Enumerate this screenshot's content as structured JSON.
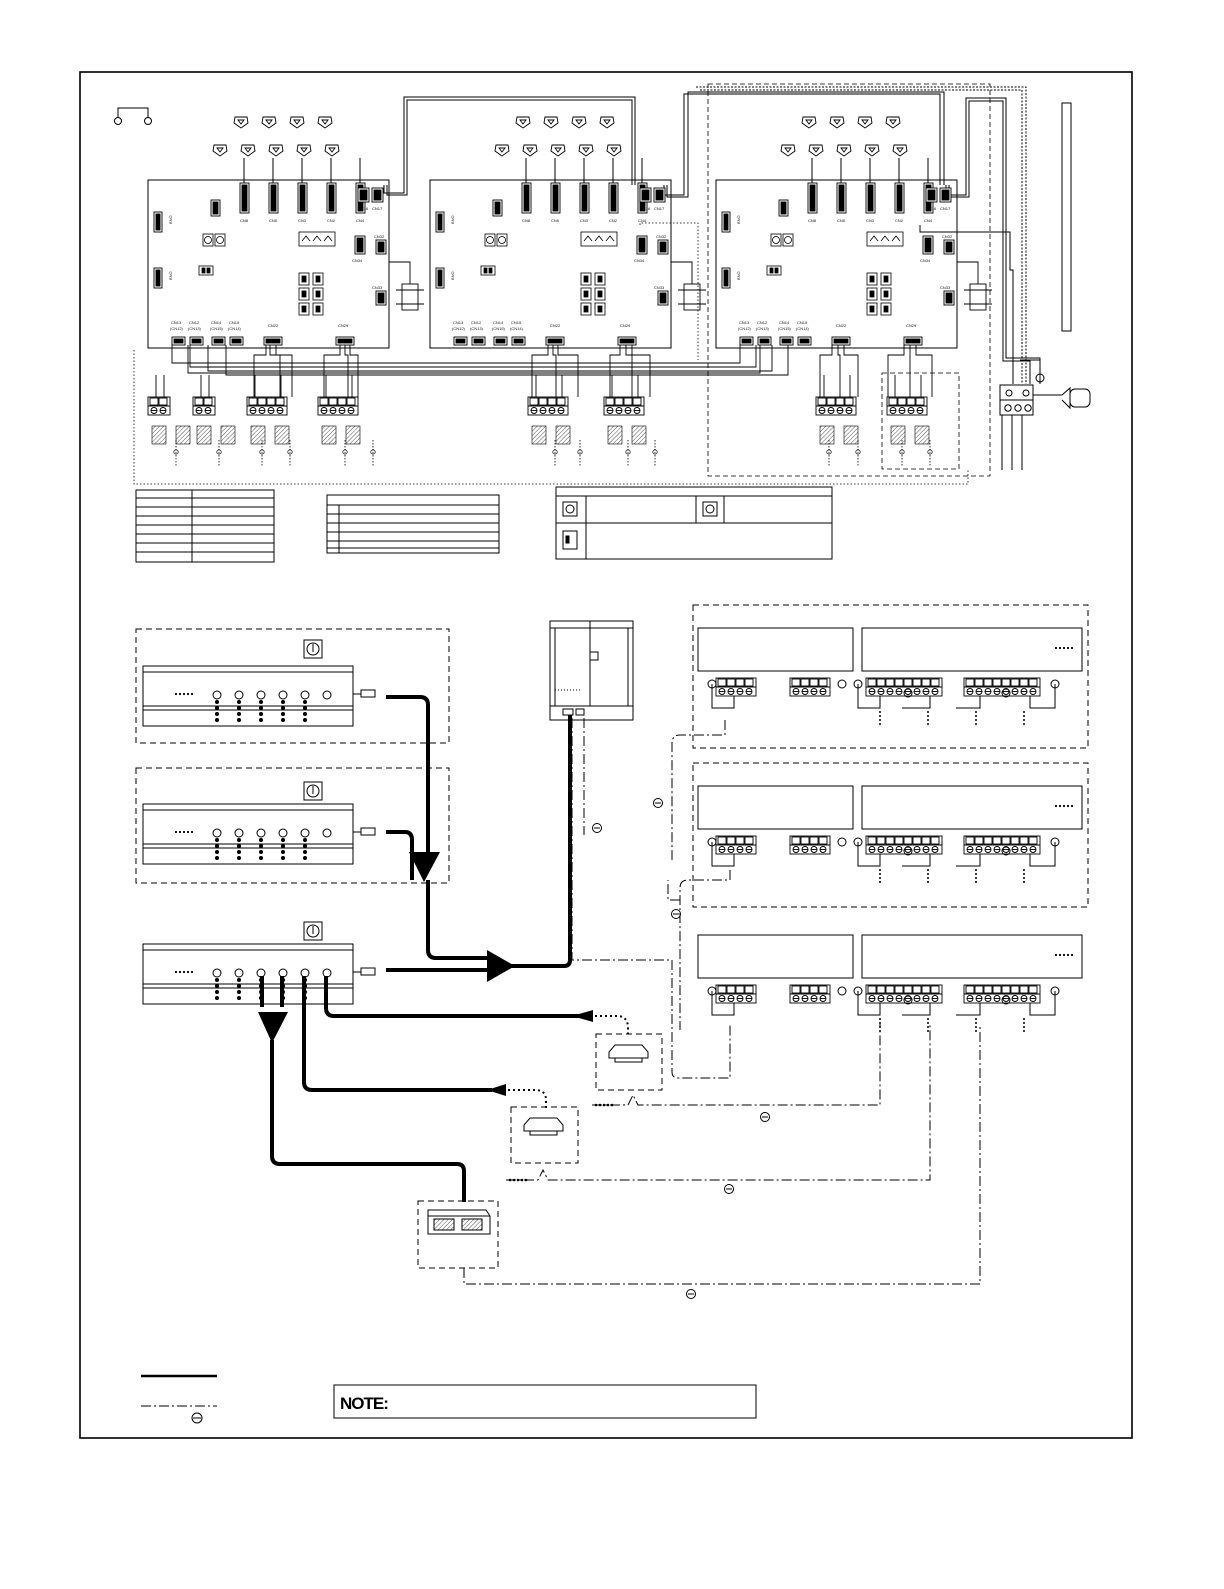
{
  "pcb_boards": [
    {
      "id": "pcb-1",
      "top_connectors": [
        "CN8",
        "CN5",
        "CN3",
        "CN2",
        "CN4"
      ],
      "right_connectors": [
        "CN16",
        "CN17"
      ],
      "side_connectors": [
        "CN32",
        "CN34",
        "CN33"
      ],
      "bottom_connectors": [
        "CN13 (CN12)",
        "CN12 (CN13)",
        "CN14 (CN15)",
        "CN15 (CN14)",
        "CN22",
        "CN29"
      ],
      "left_labels": [
        "BNO",
        "BNO"
      ]
    },
    {
      "id": "pcb-2",
      "top_connectors": [
        "CN8",
        "CN5",
        "CN3",
        "CN2",
        "CN4"
      ],
      "right_connectors": [
        "CN16",
        "CN17"
      ],
      "side_connectors": [
        "CN32",
        "CN34",
        "CN33"
      ],
      "bottom_connectors": [
        "CN13 (CN12)",
        "CN12 (CN13)",
        "CN14 (CN15)",
        "CN15 (CN14)",
        "CN22",
        "CN29"
      ],
      "left_labels": [
        "BNO",
        "BNO"
      ]
    },
    {
      "id": "pcb-3",
      "top_connectors": [
        "CN8",
        "CN5",
        "CN3",
        "CN2",
        "CN4"
      ],
      "right_connectors": [
        "CN16",
        "CN17"
      ],
      "side_connectors": [
        "CN32",
        "CN34",
        "CN33"
      ],
      "bottom_connectors": [
        "CN13 (CN12)",
        "CN12 (CN13)",
        "CN14 (CN15)",
        "CN15 (CN14)",
        "CN22",
        "CN29"
      ],
      "left_labels": [
        "BNO",
        "BNO"
      ]
    }
  ],
  "note": {
    "label": "NOTE:"
  },
  "legend": {
    "solid_line": "",
    "dash_dot_line": ""
  }
}
